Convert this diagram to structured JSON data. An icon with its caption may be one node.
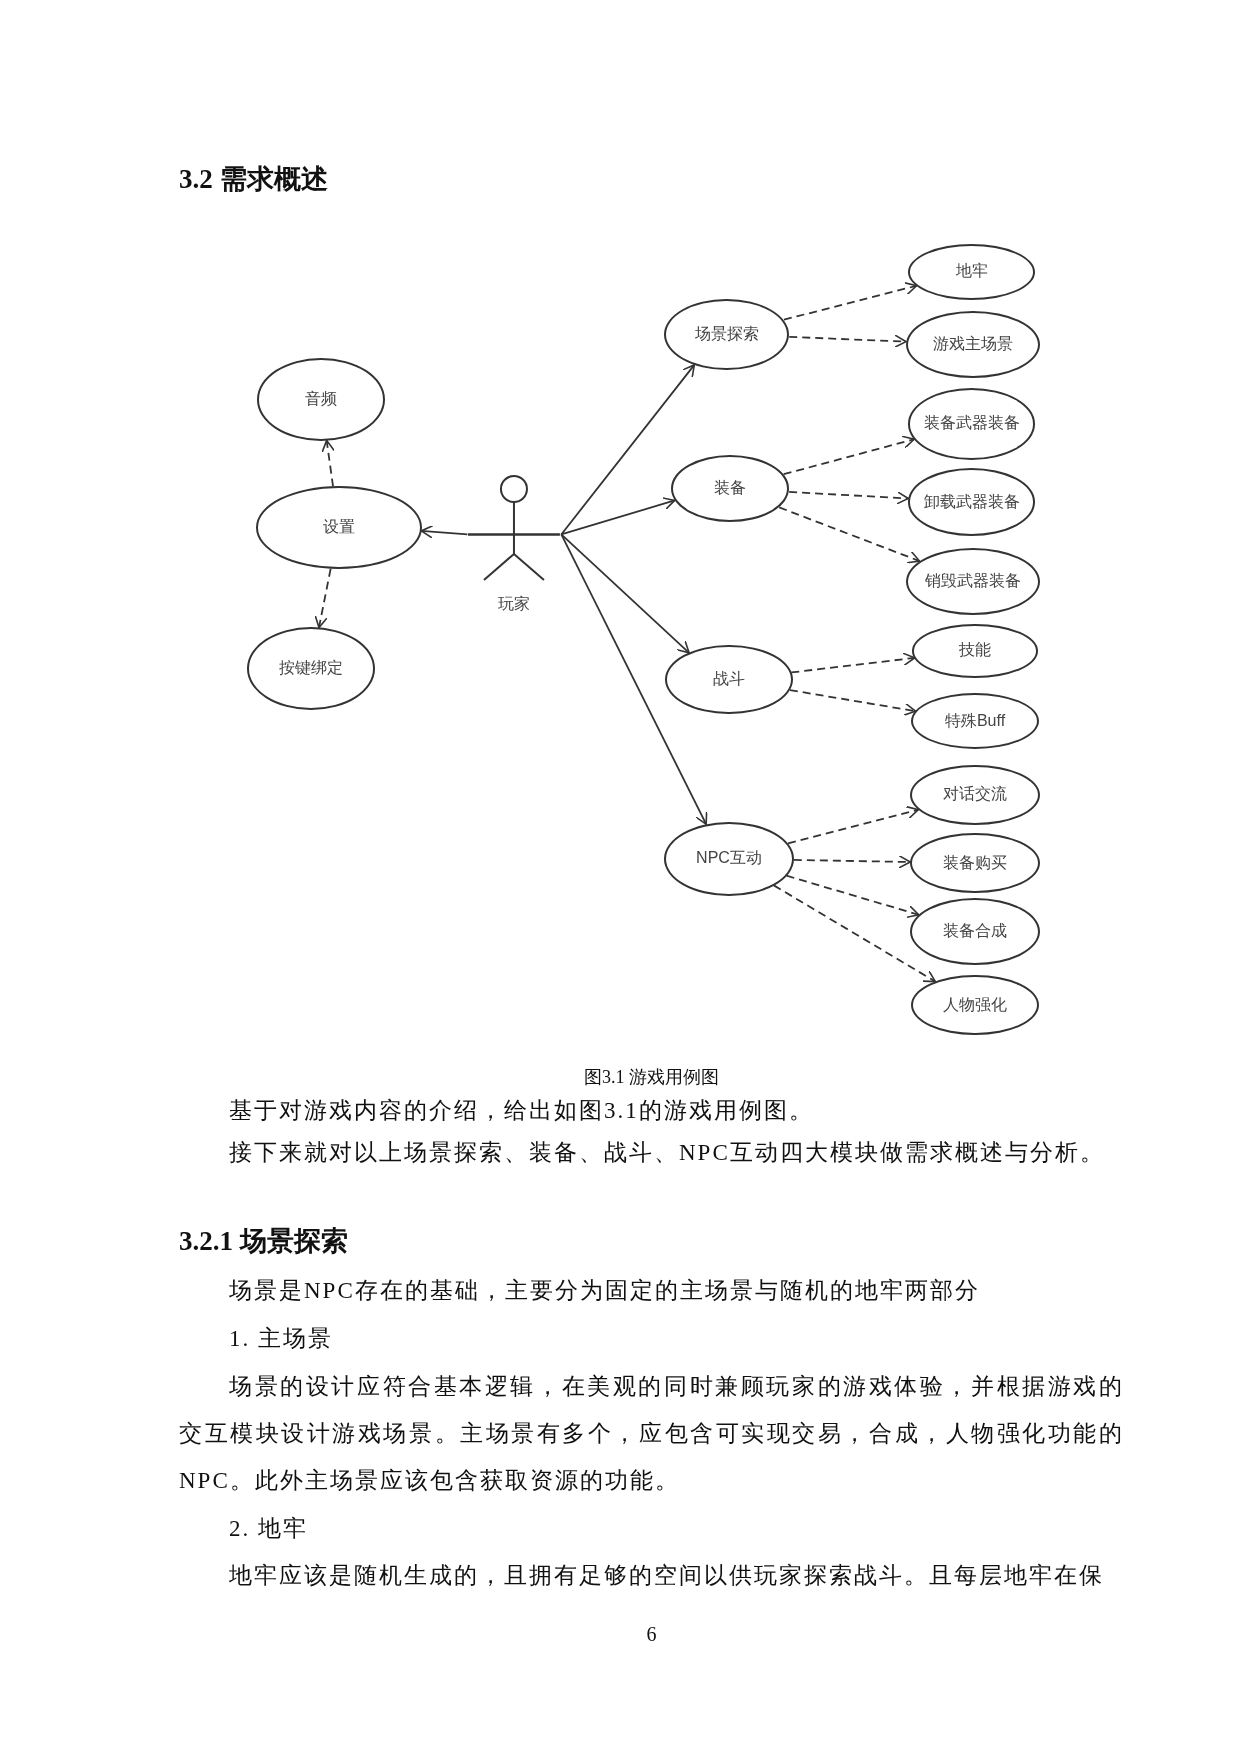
{
  "diagram": {
    "title": "3.2 需求概述",
    "caption": "图3.1 游戏用例图",
    "nodes": [
      {
        "text": [
          "玩家"
        ]
      },
      {
        "text": [
          "设置"
        ]
      },
      {
        "text": [
          "音频"
        ]
      },
      {
        "text": [
          "按键绑定"
        ]
      },
      {
        "text": [
          "场景探索"
        ]
      },
      {
        "text": [
          "地牢"
        ]
      },
      {
        "text": [
          "游戏主场景"
        ]
      },
      {
        "text": [
          "装备"
        ]
      },
      {
        "text": [
          "装备武器装备"
        ]
      },
      {
        "text": [
          "卸载武器装备"
        ]
      },
      {
        "text": [
          "销毁武器装备"
        ]
      },
      {
        "text": [
          "战斗"
        ]
      },
      {
        "text": [
          "技能"
        ]
      },
      {
        "text": [
          "特殊Buff"
        ]
      },
      {
        "text": [
          "NPC互动"
        ]
      },
      {
        "text": [
          "对话交流"
        ]
      },
      {
        "text": [
          "装备购买"
        ]
      },
      {
        "text": [
          "装备合成"
        ]
      },
      {
        "text": [
          "人物强化"
        ]
      }
    ],
    "edges": [
      {
        "from": 0,
        "to": 1,
        "arrow": "to"
      },
      {
        "from": 1,
        "to": 2,
        "arrow": "to",
        "style": "dashed"
      },
      {
        "from": 1,
        "to": 3,
        "arrow": "to",
        "style": "dashed"
      },
      {
        "from": 0,
        "to": 4,
        "arrow": "to"
      },
      {
        "from": 0,
        "to": 7,
        "arrow": "to"
      },
      {
        "from": 0,
        "to": 11,
        "arrow": "to"
      },
      {
        "from": 0,
        "to": 14,
        "arrow": "to"
      },
      {
        "from": 4,
        "to": 5,
        "arrow": "to",
        "style": "dashed"
      },
      {
        "from": 4,
        "to": 6,
        "arrow": "to",
        "style": "dashed"
      },
      {
        "from": 7,
        "to": 8,
        "arrow": "to",
        "style": "dashed"
      },
      {
        "from": 7,
        "to": 9,
        "arrow": "to",
        "style": "dashed"
      },
      {
        "from": 7,
        "to": 10,
        "arrow": "to",
        "style": "dashed"
      },
      {
        "from": 11,
        "to": 12,
        "arrow": "to",
        "style": "dashed"
      },
      {
        "from": 11,
        "to": 13,
        "arrow": "to",
        "style": "dashed"
      },
      {
        "from": 14,
        "to": 15,
        "arrow": "to",
        "style": "dashed"
      },
      {
        "from": 14,
        "to": 16,
        "arrow": "to",
        "style": "dashed"
      },
      {
        "from": 14,
        "to": 17,
        "arrow": "to",
        "style": "dashed"
      },
      {
        "from": 14,
        "to": 18,
        "arrow": "to",
        "style": "dashed"
      }
    ],
    "labels": [
      "基于对游戏内容的介绍，给出如图3.1的游戏用例图。",
      "接下来就对以上场景探索、装备、战斗、NPC互动四大模块做需求概述与分析。",
      "3.2.1 场景探索",
      "场景是NPC存在的基础，主要分为固定的主场景与随机的地牢两部分",
      "1. 主场景",
      "场景的设计应符合基本逻辑，在美观的同时兼顾玩家的游戏体验，并根据游戏的交互模块设计游戏场景。主场景有多个，应包含可实现交易，合成，人物强化功能的NPC。此外主场景应该包含获取资源的功能。",
      "2. 地牢",
      "地牢应该是随机生成的，且拥有足够的空间以供玩家探索战斗。且每层地牢在保",
      "6"
    ]
  }
}
